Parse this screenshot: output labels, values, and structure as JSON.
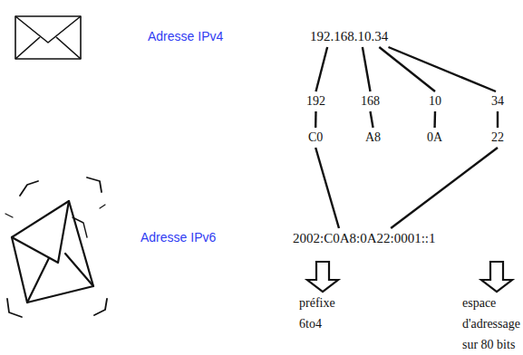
{
  "diagram": {
    "nodes": [
      {
        "text": [
          "192.168.10.34"
        ]
      },
      {
        "text": [
          "192"
        ]
      },
      {
        "text": [
          "168"
        ]
      },
      {
        "text": [
          "10"
        ]
      },
      {
        "text": [
          "34"
        ]
      },
      {
        "text": [
          "C0"
        ]
      },
      {
        "text": [
          "A8"
        ]
      },
      {
        "text": [
          "0A"
        ]
      },
      {
        "text": [
          "22"
        ]
      },
      {
        "text": [
          "2002:C0A8:0A22:0001::1"
        ]
      },
      {
        "text": [
          "préfixe 6to4"
        ]
      },
      {
        "text": [
          "espace d'adressage sur 80 bits"
        ]
      }
    ],
    "edges": [
      {
        "from": 0,
        "to": 1,
        "arrow": "none"
      },
      {
        "from": 0,
        "to": 2,
        "arrow": "none"
      },
      {
        "from": 0,
        "to": 3,
        "arrow": "none"
      },
      {
        "from": 0,
        "to": 4,
        "arrow": "none"
      },
      {
        "from": 1,
        "to": 5,
        "arrow": "none"
      },
      {
        "from": 2,
        "to": 6,
        "arrow": "none"
      },
      {
        "from": 3,
        "to": 7,
        "arrow": "none"
      },
      {
        "from": 4,
        "to": 8,
        "arrow": "none"
      },
      {
        "from": 5,
        "to": 9,
        "arrow": "none"
      },
      {
        "from": 8,
        "to": 9,
        "arrow": "none"
      },
      {
        "from": 9,
        "to": 10,
        "arrow": "to"
      },
      {
        "from": 9,
        "to": 11,
        "arrow": "to"
      }
    ],
    "labels": [
      "Adresse IPv4",
      "Adresse IPv6"
    ]
  }
}
